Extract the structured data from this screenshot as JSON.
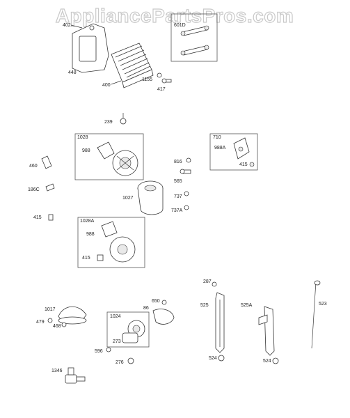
{
  "watermark": "AppliancePartsPros.com",
  "boxes": [
    {
      "id": "box-1",
      "label": ""
    },
    {
      "id": "box-1028",
      "label": "1028"
    },
    {
      "id": "box-710",
      "label": "710"
    },
    {
      "id": "box-1028a",
      "label": "1028A"
    },
    {
      "id": "box-1024",
      "label": "1024"
    }
  ],
  "labels": {
    "l402": "402",
    "l448": "448",
    "l400": "400",
    "l1155": "1155",
    "l417": "417",
    "l601d": "601D",
    "l239": "239",
    "l988a": "988",
    "l816": "816",
    "l565": "565",
    "l737": "737",
    "l737a": "737A",
    "l988b": "988A",
    "l415a": "415",
    "l460": "460",
    "l186c": "186C",
    "l415b": "415",
    "l1027": "1027",
    "l988c": "988",
    "l415c": "415",
    "l287": "287",
    "l525": "525",
    "l525a": "525A",
    "l523": "523",
    "l650": "650",
    "l86": "86",
    "l1017": "1017",
    "l479": "479",
    "l468": "468",
    "l273": "273",
    "l596": "596",
    "l276": "276",
    "l524a": "524",
    "l524b": "524",
    "l1346": "1346"
  }
}
